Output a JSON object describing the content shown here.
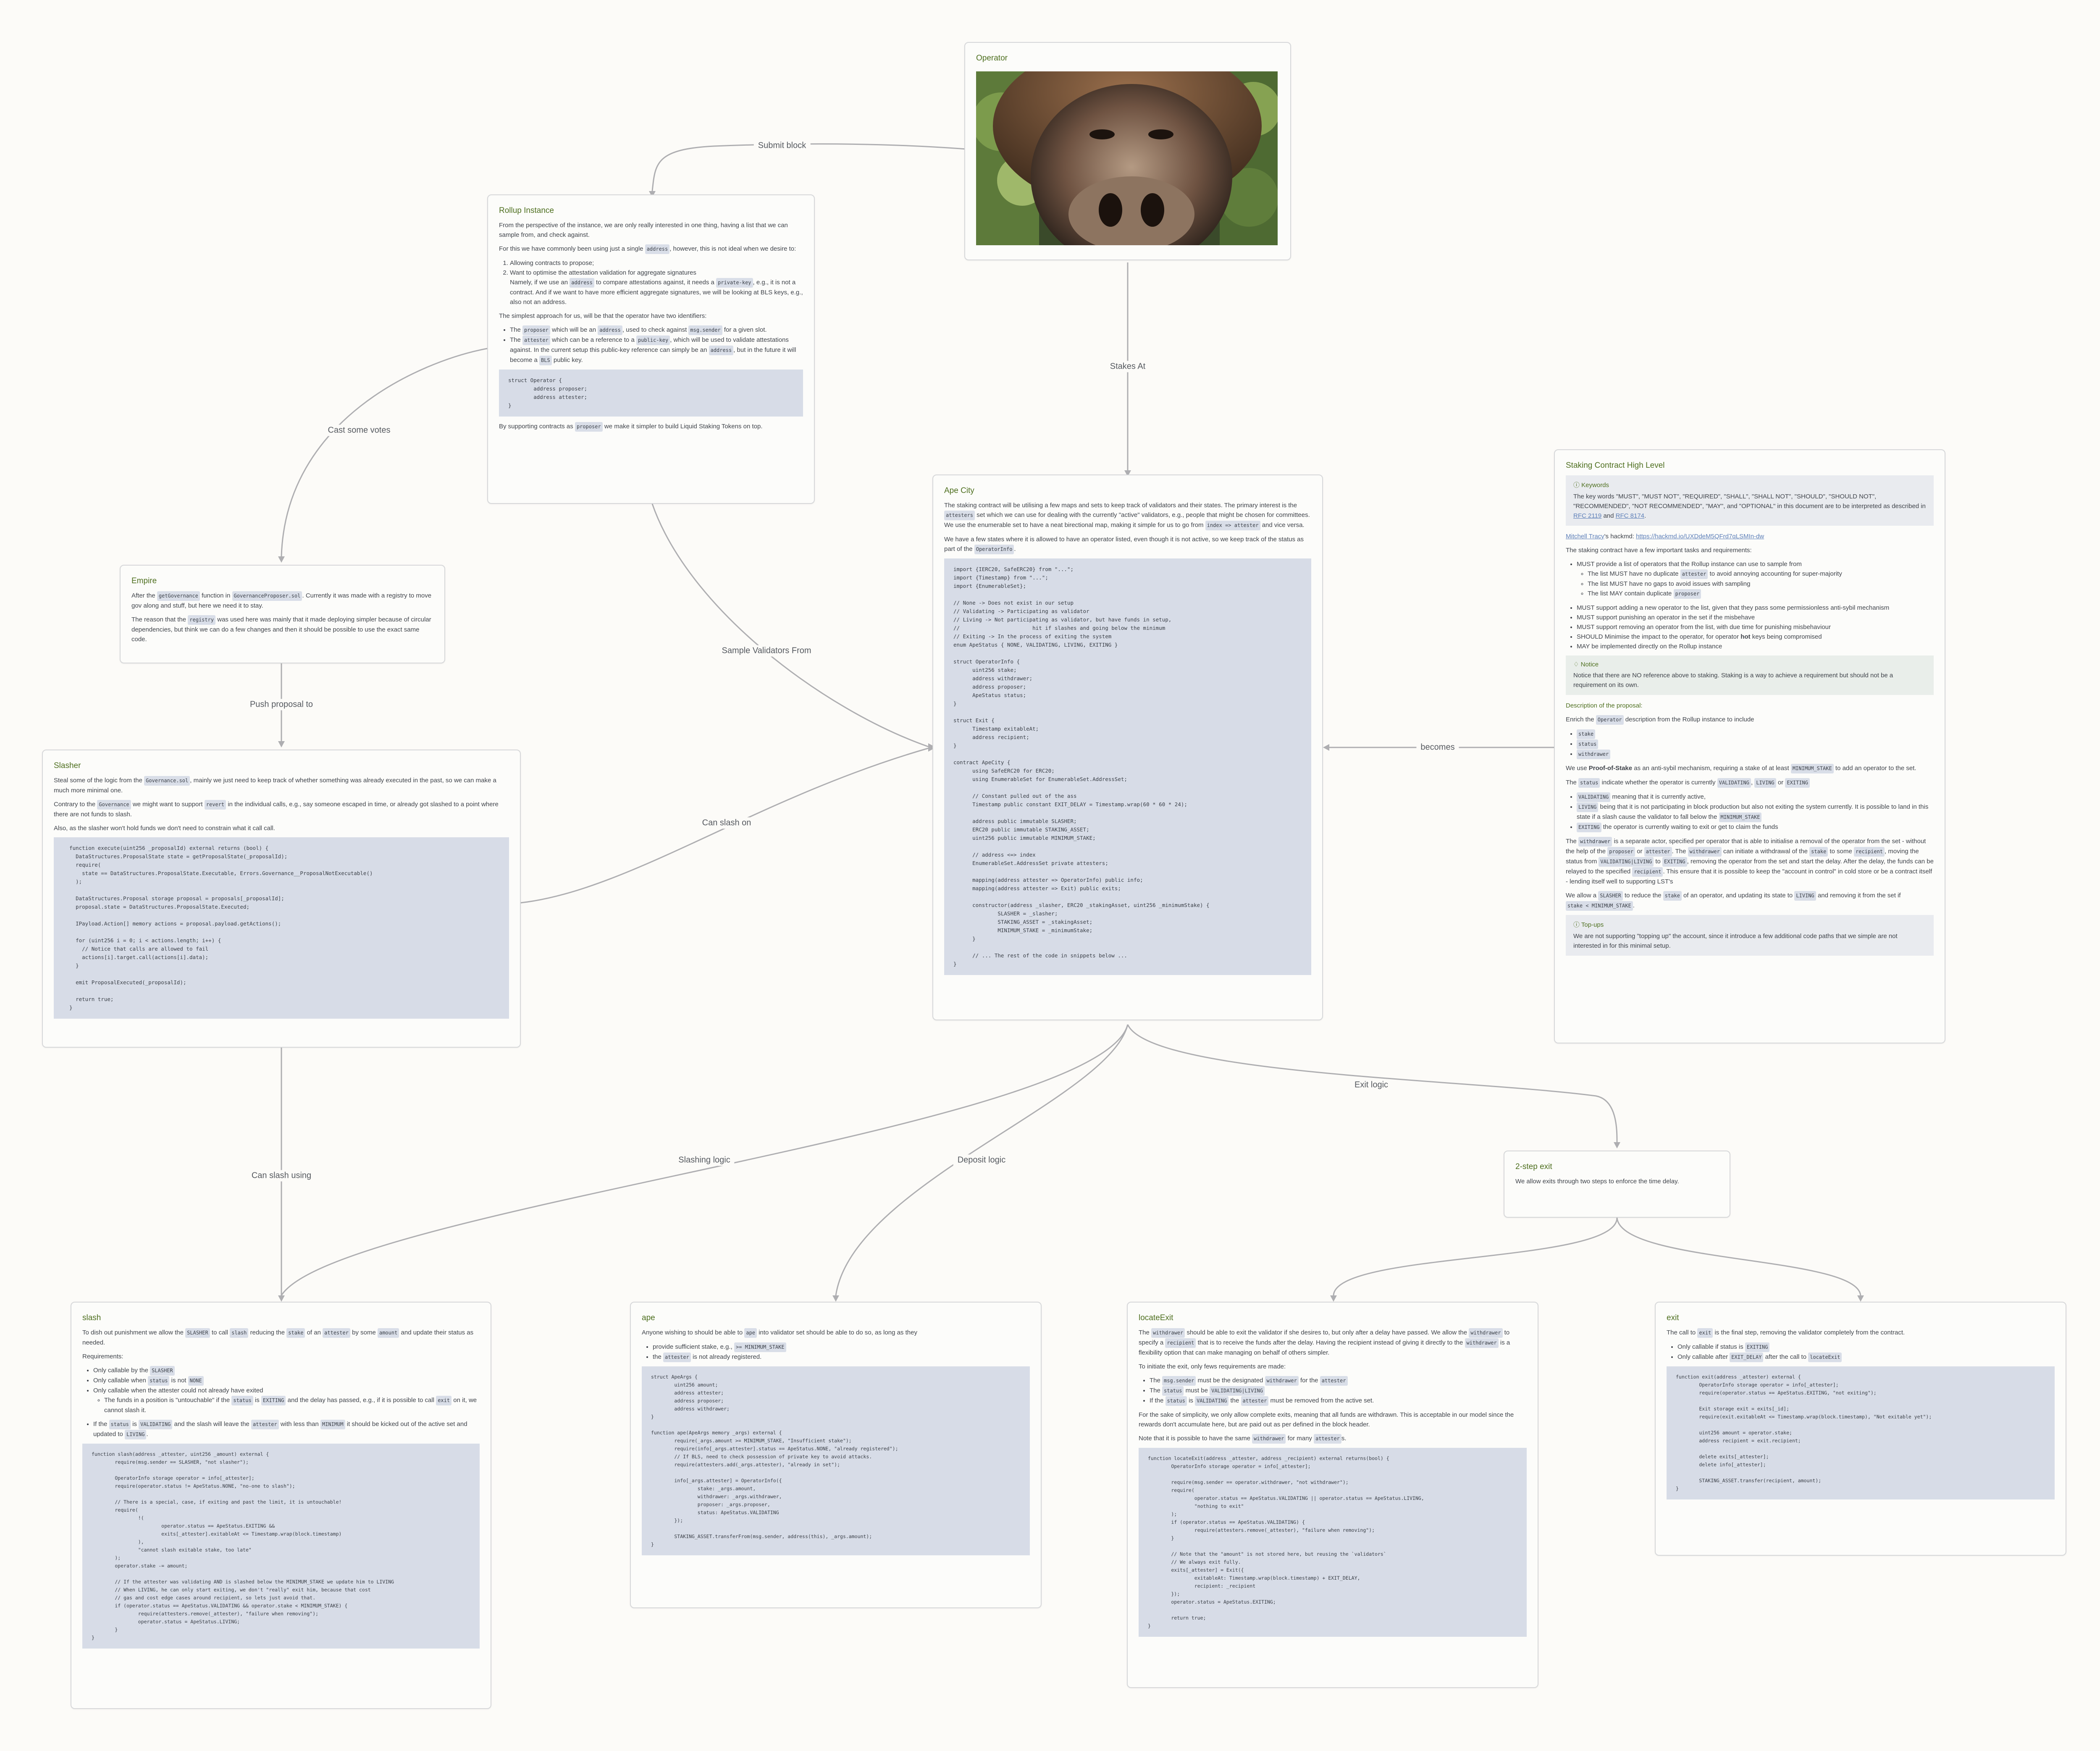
{
  "edge_labels": {
    "submit_block": "Submit block",
    "stakes_at": "Stakes At",
    "cast_some_votes": "Cast some votes",
    "sample_validators": "Sample Validators From",
    "push_proposal": "Push proposal to",
    "can_slash_on": "Can slash on",
    "becomes": "becomes",
    "exit_logic": "Exit logic",
    "slashing_logic": "Slashing logic",
    "deposit_logic": "Deposit logic",
    "can_slash_using": "Can slash using"
  },
  "operator": {
    "title": "Operator"
  },
  "rollup": {
    "title": "Rollup Instance",
    "p1": "From the perspective of the instance, we are only really interested in one thing, having a list that we can sample from, and check against.",
    "p2_a": "For this we have commonly been using just a single",
    "p2_code": "address",
    "p2_b": ", however, this is not ideal when we desire to:",
    "ol1": "Allowing contracts to propose;",
    "ol2": "Want to optimise the attestation validation for aggregate signatures",
    "ol2_sub_a": "Namely, if we use an",
    "ol2_sub_code1": "address",
    "ol2_sub_b": "to compare attestations against, it needs a",
    "ol2_sub_code2": "private-key",
    "ol2_sub_c": ", e.g., it is not a contract. And if we want to have more efficient aggregate signatures, we will be looking at BLS keys, e.g., also not an address.",
    "p3": "The simplest approach for us, will be that the operator have two identifiers:",
    "li1_a": "The",
    "li1_code1": "proposer",
    "li1_b": "which will be an",
    "li1_code2": "address",
    "li1_c": ", used to check against",
    "li1_code3": "msg.sender",
    "li1_d": "for a given slot.",
    "li2_a": "The",
    "li2_code1": "attester",
    "li2_b": "which can be a reference to a",
    "li2_code2": "public-key",
    "li2_c": ", which will be used to validate attestations against. In the current setup this public-key reference can simply be an",
    "li2_code3": "address",
    "li2_d": ", but in the future it will become a",
    "li2_code4": "BLS",
    "li2_e": "public key.",
    "code": "struct Operator {\n        address proposer;\n        address attester;\n}",
    "p4_a": "By supporting contracts as",
    "p4_code": "proposer",
    "p4_b": "we make it simpler to build Liquid Staking Tokens on top."
  },
  "empire": {
    "title": "Empire",
    "p1_a": "After the",
    "p1_code1": "getGovernance",
    "p1_b": "function in",
    "p1_code2": "GovernanceProposer.sol",
    "p1_c": ". Currently it was made with a registry to move gov along and stuff, but here we need it to stay.",
    "p2_a": "The reason that the",
    "p2_code": "registry",
    "p2_b": "was used here was mainly that it made deploying simpler because of circular dependencies, but think we can do a few changes and then it should be possible to use the exact same code."
  },
  "slasher": {
    "title": "Slasher",
    "p1_a": "Steal some of the logic from the",
    "p1_code": "Governance.sol",
    "p1_b": ", mainly we just need to keep track of whether something was already executed in the past, so we can make a much more minimal one.",
    "p2_a": "Contrary to the",
    "p2_code1": "Governance",
    "p2_b": "we might want to support",
    "p2_code2": "revert",
    "p2_c": "in the individual calls, e.g., say someone escaped in time, or already got slashed to a point where there are not funds to slash.",
    "p3": "Also, as the slasher won't hold funds we don't need to constrain what it call call.",
    "code": "  function execute(uint256 _proposalId) external returns (bool) {\n    DataStructures.ProposalState state = getProposalState(_proposalId);\n    require(\n      state == DataStructures.ProposalState.Executable, Errors.Governance__ProposalNotExecutable()\n    );\n\n    DataStructures.Proposal storage proposal = proposals[_proposalId];\n    proposal.state = DataStructures.ProposalState.Executed;\n\n    IPayload.Action[] memory actions = proposal.payload.getActions();\n\n    for (uint256 i = 0; i < actions.length; i++) {\n      // Notice that calls are allowed to fail\n      actions[i].target.call(actions[i].data);\n    }\n\n    emit ProposalExecuted(_proposalId);\n\n    return true;\n  }"
  },
  "apecity": {
    "title": "Ape City",
    "p1_a": "The staking contract will be utilising a few maps and sets to keep track of validators and their states. The primary interest is the",
    "p1_code1": "attesters",
    "p1_b": "set which we can use for dealing with the currently \"active\" validators, e.g., people that might be chosen for committees. We use the enumerable set to have a neat birectional map, making it simple for us to go from",
    "p1_code2": "index => attester",
    "p1_c": "and vice versa.",
    "p2_a": "We have a few states where it is allowed to have an operator listed, even though it is not active, so we keep track of the status as part of the",
    "p2_code": "OperatorInfo",
    "p2_b": ".",
    "code": "import {IERC20, SafeERC20} from \"...\";\nimport {Timestamp} from \"...\";\nimport {EnumerableSet};\n\n// None -> Does not exist in our setup\n// Validating -> Participating as validator\n// Living -> Not participating as validator, but have funds in setup,\n//                       hit if slashes and going below the minimum\n// Exiting -> In the process of exiting the system\nenum ApeStatus { NONE, VALIDATING, LIVING, EXITING }\n\nstruct OperatorInfo {\n      uint256 stake;\n      address withdrawer;\n      address proposer;\n      ApeStatus status;\n}\n\nstruct Exit {\n      Timestamp exitableAt;\n      address recipient;\n}\n\ncontract ApeCity {\n      using SafeERC20 for ERC20;\n      using EnumerableSet for EnumerableSet.AddressSet;\n\n      // Constant pulled out of the ass\n      Timestamp public constant EXIT_DELAY = Timestamp.wrap(60 * 60 * 24);\n\n      address public immutable SLASHER;\n      ERC20 public immutable STAKING_ASSET;\n      uint256 public immutable MINIMUM_STAKE;\n\n      // address <=> index\n      EnumerableSet.AddressSet private attesters;\n\n      mapping(address attester => OperatorInfo) public info;\n      mapping(address attester => Exit) public exits;\n\n      constructor(address _slasher, ERC20 _stakingAsset, uint256 _minimumStake) {\n              SLASHER = _slasher;\n              STAKING_ASSET = _stakingAsset;\n              MINIMUM_STAKE = _minimumStake;\n      }\n\n      // ... The rest of the code in snippets below ...\n}"
  },
  "staking": {
    "title": "Staking Contract High Level",
    "kw_title": "ⓘ Keywords",
    "kw_text_a": "The key words \"MUST\", \"MUST NOT\", \"REQUIRED\", \"SHALL\", \"SHALL NOT\", \"SHOULD\", \"SHOULD NOT\", \"RECOMMENDED\", \"NOT RECOMMENDED\", \"MAY\", and \"OPTIONAL\" in this document are to be interpreted as described in",
    "kw_link1": "RFC 2119",
    "kw_and": "and",
    "kw_link2": "RFC 8174",
    "kw_end": ".",
    "hackmd_link1": "Mitchell Tracy",
    "hackmd_text": "'s hackmd:",
    "hackmd_link2": "https://hackmd.io/UXDdeM5QFrd7qLSMIn-dw",
    "p_req": "The staking contract have a few important tasks and requirements:",
    "r1": "MUST provide a list of operators that the Rollup instance can use to sample from",
    "r1a_a": "The list MUST have no duplicate",
    "r1a_code": "attester",
    "r1a_b": "to avoid annoying accounting for super-majority",
    "r1b": "The list MUST have no gaps to avoid issues with sampling",
    "r1c_a": "The list MAY contain duplicate",
    "r1c_code": "proposer",
    "r2": "MUST support adding a new operator to the list, given that they pass some permissionless anti-sybil mechanism",
    "r3": "MUST support punishing an operator in the set if the misbehave",
    "r4": "MUST support removing an operator from the list, with due time for punishing misbehaviour",
    "r5_a": "SHOULD Minimise the impact to the operator, for operator",
    "r5_b": "hot",
    "r5_c": "keys being compromised",
    "r6": "MAY be implemented directly on the Rollup instance",
    "notice_title": "♢ Notice",
    "notice_text": "Notice that there are NO reference above to staking. Staking is a way to achieve a requirement but should not be a requirement on its own.",
    "desc_title": "Description of the proposal:",
    "enrich_a": "Enrich the",
    "enrich_code": "Operator",
    "enrich_b": "description from the Rollup instance to include",
    "e1": "stake",
    "e2": "status",
    "e3": "withdrawer",
    "pos_a": "We use",
    "pos_b": "Proof-of-Stake",
    "pos_c": "as an anti-sybil mechanism, requiring a stake of at least",
    "pos_code": "MINIMUM_STAKE",
    "pos_d": "to add an operator to the set.",
    "st_a": "The",
    "st_code1": "status",
    "st_b": "indicate whether the operator is currently",
    "st_code2": "VALIDATING",
    "st_c": ",",
    "st_code3": "LIVING",
    "st_d": "or",
    "st_code4": "EXITING",
    "s1_code": "VALIDATING",
    "s1": "meaning that it is currently active,",
    "s2_code": "LIVING",
    "s2_a": "being that it is not participating in block production but also not exiting the system currently. It is possible to land in this state if a slash cause the validator to fall below the",
    "s2_code2": "MINIMUM_STAKE",
    "s3_code": "EXITING",
    "s3": "the operator is currently waiting to exit or get to claim the funds",
    "wd_a": "The",
    "wd_code1": "withdrawer",
    "wd_b": "is a separate actor, specified per operator that is able to initialise a removal of the operator from the set - without the help of the",
    "wd_code2": "proposer",
    "wd_c": "or",
    "wd_code3": "attester",
    "wd_d": ". The",
    "wd_code4": "withdrawer",
    "wd_e": "can initiate a withdrawal of the",
    "wd_code5": "stake",
    "wd_f": "to some",
    "wd_code6": "recipient",
    "wd_g": ", moving the status from",
    "wd_code7": "VALIDATING|LIVING",
    "wd_h": "to",
    "wd_code8": "EXITING",
    "wd_i": ", removing the operator from the set and start the delay. After the delay, the funds can be relayed to the specified",
    "wd_code9": "recipient",
    "wd_j": ". This ensure that it is possible to keep the \"account in control\" in cold store or be a contract itself - lending itself well to supporting LST's",
    "sl_a": "We allow a",
    "sl_code1": "SLASHER",
    "sl_b": "to reduce the",
    "sl_code2": "stake",
    "sl_c": "of an operator, and updating its state to",
    "sl_code3": "LIVING",
    "sl_d": "and removing it from the set if",
    "sl_code4": "stake < MINIMUM_STAKE",
    "sl_e": ".",
    "topup_title": "ⓘ Top-ups",
    "topup_text": "We are not supporting \"topping up\" the account, since it introduce a few additional code paths that we simple are not interested in for this minimal setup."
  },
  "twostep": {
    "title": "2-step exit",
    "p": "We allow exits through two steps to enforce the time delay."
  },
  "slash": {
    "title": "slash",
    "p1_a": "To dish out punishment we allow the",
    "p1_code1": "SLASHER",
    "p1_b": "to call",
    "p1_code2": "slash",
    "p1_c": "reducing the",
    "p1_code3": "stake",
    "p1_d": "of an",
    "p1_code4": "attester",
    "p1_e": "by some",
    "p1_code5": "amount",
    "p1_f": "and update their status as needed.",
    "req": "Requirements:",
    "l1_a": "Only callable by the",
    "l1_code": "SLASHER",
    "l2_a": "Only callable when",
    "l2_code1": "status",
    "l2_b": "is not",
    "l2_code2": "NONE",
    "l3": "Only callable when the attester could not already have exited",
    "l3a_a": "The funds in a position is \"untouchable\" if the",
    "l3a_code1": "status",
    "l3a_b": "is",
    "l3a_code2": "EXITING",
    "l3a_c": "and the delay has passed, e.g., if it is possible to call",
    "l3a_code3": "exit",
    "l3a_d": "on it, we cannot slash it.",
    "l4_a": "If the",
    "l4_code1": "status",
    "l4_b": "is",
    "l4_code2": "VALIDATING",
    "l4_c": "and the slash will leave the",
    "l4_code3": "attester",
    "l4_d": "with less than",
    "l4_code4": "MINIMUM",
    "l4_e": "it should be kicked out of the active set and updated to",
    "l4_code5": "LIVING",
    "l4_f": ".",
    "code": "function slash(address _attester, uint256 _amount) external {\n        require(msg.sender == SLASHER, \"not slasher\");\n\n        OperatorInfo storage operator = info[_attester];\n        require(operator.status != ApeStatus.NONE, \"no-one to slash\");\n\n        // There is a special, case, if exiting and past the limit, it is untouchable!\n        require(\n                !(\n                        operator.status == ApeStatus.EXITING &&\n                        exits[_attester].exitableAt <= Timestamp.wrap(block.timestamp)\n                ),\n                \"cannot slash exitable stake, too late\"\n        );\n        operator.stake -= amount;\n\n        // If the attester was validating AND is slashed below the MINIMUM_STAKE we update him to LIVING\n        // When LIVING, he can only start exiting, we don't \"really\" exit him, because that cost\n        // gas and cost edge cases around recipient, so lets just avoid that.\n        if (operator.status == ApeStatus.VALIDATING && operator.stake < MINIMUM_STAKE) {\n                require(attesters.remove(_attester), \"failure when removing\");\n                operator.status = ApeStatus.LIVING;\n        }\n}"
  },
  "ape": {
    "title": "ape",
    "p1_a": "Anyone wishing to should be able to",
    "p1_code": "ape",
    "p1_b": "into validator set should be able to do so, as long as they",
    "l1_a": "provide sufficient stake, e.g.,",
    "l1_code": ">= MINIMUM_STAKE",
    "l2_a": "the",
    "l2_code": "attester",
    "l2_b": "is not already registered.",
    "code": "struct ApeArgs {\n        uint256 amount;\n        address attester;\n        address proposer;\n        address withdrawer;\n}\n\nfunction ape(ApeArgs memory _args) external {\n        require(_args.amount >= MINIMUM_STAKE, \"Insufficient stake\");\n        require(info[_args.attester].status == ApeStatus.NONE, \"already registered\");\n        // If BLS, need to check possession of private key to avoid attacks.\n        require(attesters.add(_args.attester), \"already in set\");\n\n        info[_args.attester] = OperatorInfo({\n                stake: _args.amount,\n                withdrawer: _args.withdrawer,\n                proposer: _args.proposer,\n                status: ApeStatus.VALIDATING\n        });\n\n        STAKING_ASSET.transferFrom(msg.sender, address(this), _args.amount);\n}"
  },
  "locateexit": {
    "title": "locateExit",
    "p1_a": "The",
    "p1_code1": "withdrawer",
    "p1_b": "should be able to exit the validator if she desires to, but only after a delay have passed. We allow the",
    "p1_code2": "withdrawer",
    "p1_c": "to specify a",
    "p1_code3": "recipient",
    "p1_d": "that is to receive the funds after the delay. Having the recipient instead of giving it directly to the",
    "p1_code4": "withdrawer",
    "p1_e": "is a flexibility option that can make managing on behalf of others simpler.",
    "p2": "To initiate the exit, only fews requirements are made:",
    "l1_a": "The",
    "l1_code1": "msg.sender",
    "l1_b": "must be the designated",
    "l1_code2": "withdrawer",
    "l1_c": "for the",
    "l1_code3": "attester",
    "l2_a": "The",
    "l2_code1": "status",
    "l2_b": "must be",
    "l2_code2": "VALIDATING|LIVING",
    "l3_a": "If the",
    "l3_code1": "status",
    "l3_b": "is",
    "l3_code2": "VALIDATING",
    "l3_c": "the",
    "l3_code3": "attester",
    "l3_d": "must be removed from the active set.",
    "p3": "For the sake of simplicity, we only allow complete exits, meaning that all funds are withdrawn. This is acceptable in our model since the rewards don't accumulate here, but are paid out as per defined in the block header.",
    "p4_a": "Note that it is possible to have the same",
    "p4_code1": "withdrawer",
    "p4_b": "for many",
    "p4_code2": "attester",
    "p4_c": "s.",
    "code": "function locateExit(address _attester, address _recipient) external returns(bool) {\n        OperatorInfo storage operator = info[_attester];\n\n        require(msg.sender == operator.withdrawer, \"not withdrawer\");\n        require(\n                operator.status == ApeStatus.VALIDATING || operator.status == ApeStatus.LIVING,\n                \"nothing to exit\"\n        );\n        if (operator.status == ApeStatus.VALIDATING) {\n                require(attesters.remove(_attester), \"failure when removing\");\n        }\n\n        // Note that the \"amount\" is not stored here, but reusing the `validators`\n        // We always exit fully.\n        exits[_attester] = Exit({\n                exitableAt: Timestamp.wrap(block.timestamp) + EXIT_DELAY,\n                recipient: _recipient\n        });\n        operator.status = ApeStatus.EXITING;\n\n        return true;\n}"
  },
  "exit": {
    "title": "exit",
    "p1_a": "The call to",
    "p1_code": "exit",
    "p1_b": "is the final step, removing the validator completely from the contract.",
    "l1_a": "Only callable if status is",
    "l1_code": "EXITING",
    "l2_a": "Only callable after",
    "l2_code1": "EXIT_DELAY",
    "l2_b": "after the call to",
    "l2_code2": "locateExit",
    "code": "function exit(address _attester) external {\n        OperatorInfo storage operator = info[_attester];\n        require(operator.status == ApeStatus.EXITING, \"not exiting\");\n\n        Exit storage exit = exits[_id];\n        require(exit.exitableAt <= Timestamp.wrap(block.timestamp), \"Not exitable yet\");\n\n        uint256 amount = operator.stake;\n        address recipient = exit.recipient;\n\n        delete exits[_attester];\n        delete info[_attester];\n\n        STAKING_ASSET.transfer(recipient, amount);\n}"
  }
}
